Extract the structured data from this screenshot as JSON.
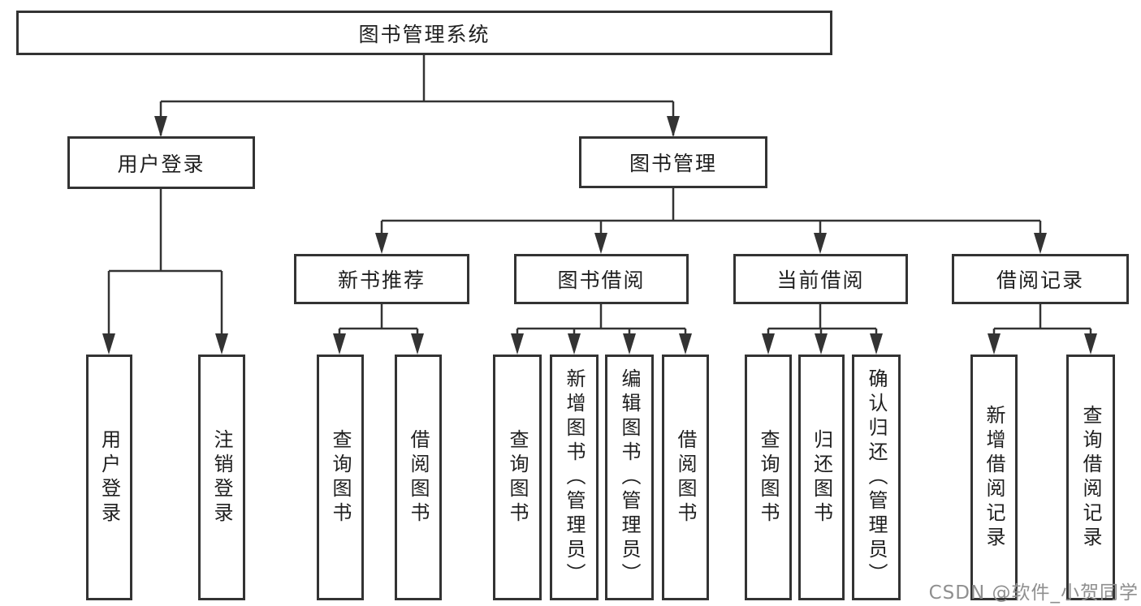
{
  "diagram": {
    "root": {
      "label": "图书管理系统"
    },
    "branches": [
      {
        "id": "user-login",
        "label": "用户登录",
        "children": [
          {
            "label": "用户登录"
          },
          {
            "label": "注销登录"
          }
        ]
      },
      {
        "id": "book-management",
        "label": "图书管理",
        "children": [
          {
            "label": "新书推荐",
            "children": [
              {
                "label": "查询图书"
              },
              {
                "label": "借阅图书"
              }
            ]
          },
          {
            "label": "图书借阅",
            "children": [
              {
                "label": "查询图书"
              },
              {
                "label": "新增图书（管理员）"
              },
              {
                "label": "编辑图书（管理员）"
              },
              {
                "label": "借阅图书"
              }
            ]
          },
          {
            "label": "当前借阅",
            "children": [
              {
                "label": "查询图书"
              },
              {
                "label": "归还图书"
              },
              {
                "label": "确认归还（管理员）"
              }
            ]
          },
          {
            "label": "借阅记录",
            "children": [
              {
                "label": "新增借阅记录"
              },
              {
                "label": "查询借阅记录"
              }
            ]
          }
        ]
      }
    ]
  },
  "watermark": {
    "text": "CSDN @软件_小贺同学"
  },
  "colors": {
    "line": "#333333",
    "text": "#1f1f1f",
    "box_background": "#ffffff",
    "page_background": "#ffffff",
    "watermark": "#8f8f8f"
  }
}
